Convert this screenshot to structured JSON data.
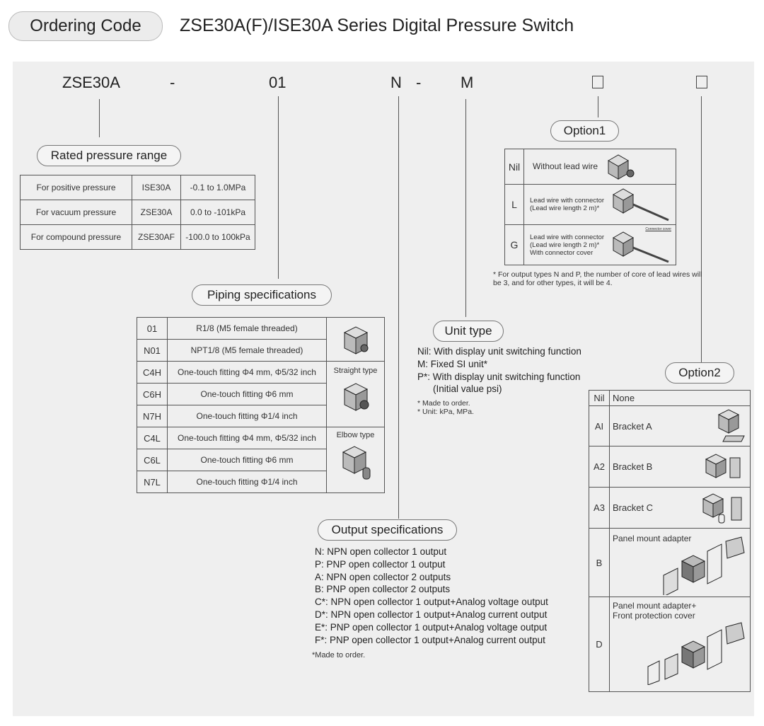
{
  "header": {
    "badge": "Ordering Code",
    "title": "ZSE30A(F)/ISE30A Series Digital Pressure Switch"
  },
  "code_parts": {
    "model": "ZSE30A",
    "dash1": "-",
    "piping": "01",
    "output": "N",
    "dash2": "-",
    "unit": "M",
    "option1_box": "□",
    "option2_box": "□"
  },
  "rated_pressure": {
    "title": "Rated pressure range",
    "rows": [
      {
        "label": "For positive pressure",
        "model": "ISE30A",
        "range": "-0.1 to 1.0MPa"
      },
      {
        "label": "For vacuum pressure",
        "model": "ZSE30A",
        "range": "0.0 to -101kPa"
      },
      {
        "label": "For compound pressure",
        "model": "ZSE30AF",
        "range": "-100.0 to 100kPa"
      }
    ]
  },
  "piping": {
    "title": "Piping specifications",
    "rows": [
      {
        "code": "01",
        "desc": "R1/8 (M5 female threaded)"
      },
      {
        "code": "N01",
        "desc": "NPT1/8 (M5 female threaded)"
      },
      {
        "code": "C4H",
        "desc": "One-touch fitting Φ4 mm, Φ5/32 inch"
      },
      {
        "code": "C6H",
        "desc": "One-touch fitting Φ6 mm"
      },
      {
        "code": "N7H",
        "desc": "One-touch fitting Φ1/4 inch"
      },
      {
        "code": "C4L",
        "desc": "One-touch fitting Φ4 mm, Φ5/32 inch"
      },
      {
        "code": "C6L",
        "desc": "One-touch fitting Φ6 mm"
      },
      {
        "code": "N7L",
        "desc": "One-touch fitting Φ1/4 inch"
      }
    ],
    "straight_label": "Straight type",
    "elbow_label": "Elbow type"
  },
  "option1": {
    "title": "Option1",
    "rows": [
      {
        "code": "Nil",
        "desc": [
          "Without lead wire"
        ]
      },
      {
        "code": "L",
        "desc": [
          "Lead wire with connector",
          "(Lead wire length 2 m)*"
        ]
      },
      {
        "code": "G",
        "desc": [
          "Lead wire with connector",
          "(Lead wire length 2 m)*",
          "With connector cover"
        ]
      }
    ],
    "connector_cover_callout": "Connector cover",
    "note": "* For output types N and P, the number of core of lead wires will be 3, and for other types, it will be 4."
  },
  "unit_type": {
    "title": "Unit type",
    "items": [
      "Nil: With display unit switching function",
      "M: Fixed SI unit*",
      "P*: With display unit switching function",
      "(Initial value psi)"
    ],
    "notes": [
      "* Made to order.",
      "* Unit: kPa, MPa."
    ]
  },
  "output_spec": {
    "title": "Output specifications",
    "items": [
      "N: NPN open collector 1 output",
      "P: PNP open collector 1 output",
      "A: NPN open collector 2 outputs",
      "B: PNP open collector 2 outputs",
      "C*: NPN open collector 1 output+Analog voltage output",
      "D*: NPN open collector 1 output+Analog current output",
      "E*: PNP open collector 1 output+Analog voltage output",
      "F*: PNP open collector 1 output+Analog current output"
    ],
    "note": "*Made to order."
  },
  "option2": {
    "title": "Option2",
    "rows": [
      {
        "code": "Nil",
        "desc": [
          "None"
        ]
      },
      {
        "code": "AI",
        "desc": [
          "Bracket A"
        ]
      },
      {
        "code": "A2",
        "desc": [
          "Bracket B"
        ]
      },
      {
        "code": "A3",
        "desc": [
          "Bracket C"
        ]
      },
      {
        "code": "B",
        "desc": [
          "Panel mount adapter"
        ]
      },
      {
        "code": "D",
        "desc": [
          "Panel mount adapter+",
          "Front protection cover"
        ]
      }
    ]
  }
}
